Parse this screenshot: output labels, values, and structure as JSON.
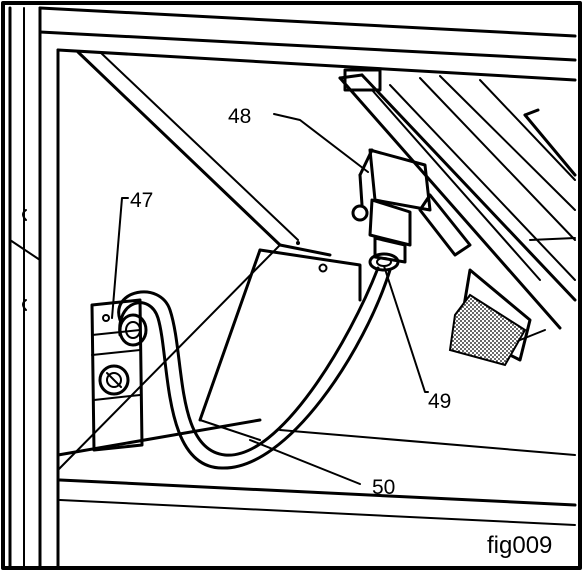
{
  "callouts": {
    "c47": "47",
    "c48": "48",
    "c49": "49",
    "c50": "50"
  },
  "figure_label": "fig009"
}
